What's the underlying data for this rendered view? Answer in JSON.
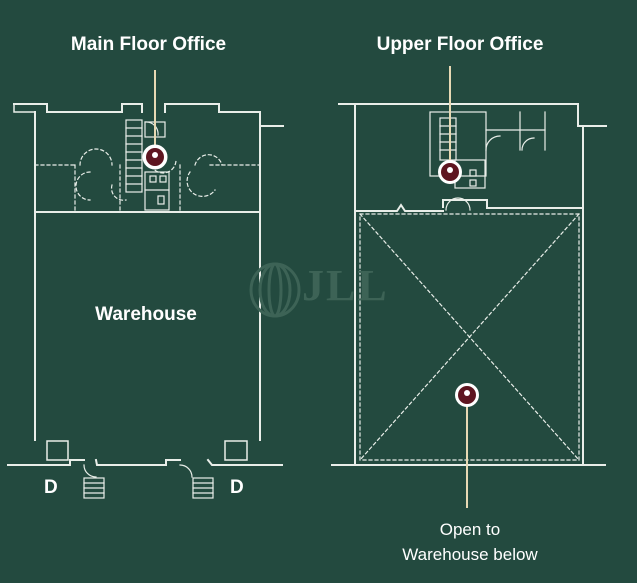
{
  "floors": {
    "main_title": "Main Floor Office",
    "upper_title": "Upper Floor Office"
  },
  "labels": {
    "warehouse": "Warehouse",
    "dock_door_left": "D",
    "dock_door_right": "D",
    "open_to_line1": "Open to",
    "open_to_line2": "Warehouse below"
  },
  "watermark": "JLL",
  "colors": {
    "background": "#234a3f",
    "lines": "#e9eee9",
    "marker": "#5e1520",
    "pointer": "#e7d9b4"
  }
}
